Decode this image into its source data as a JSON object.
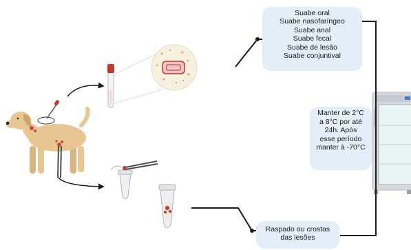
{
  "swab_box": {
    "lines": [
      "Suabe oral",
      "Suabe nasofaríngeo",
      "Suabe anal",
      "Suabe fecal",
      "Suabe de lesão",
      "Suabe conjuntival"
    ]
  },
  "storage_box": {
    "lines": [
      "Manter de 2°C",
      "a 8°C por até",
      "24h. Após",
      "esse período",
      "manter à -70°C"
    ]
  },
  "scrape_box": {
    "lines": [
      "Raspado ou crostas",
      "das lesões"
    ]
  },
  "colors": {
    "box_fill": "#e3eef8",
    "connector": "#1a1a1a",
    "dog_body": "#e8c692",
    "lesion": "#c0392b",
    "fridge_frame": "#d6d9dd",
    "fridge_glass": "#e9f4f7",
    "tube_cap": "#c0392b"
  },
  "icons": [
    "dog-icon",
    "swab-tube-icon",
    "virus-particle-icon",
    "microtube-icon",
    "tweezers-icon",
    "refrigerator-icon"
  ]
}
